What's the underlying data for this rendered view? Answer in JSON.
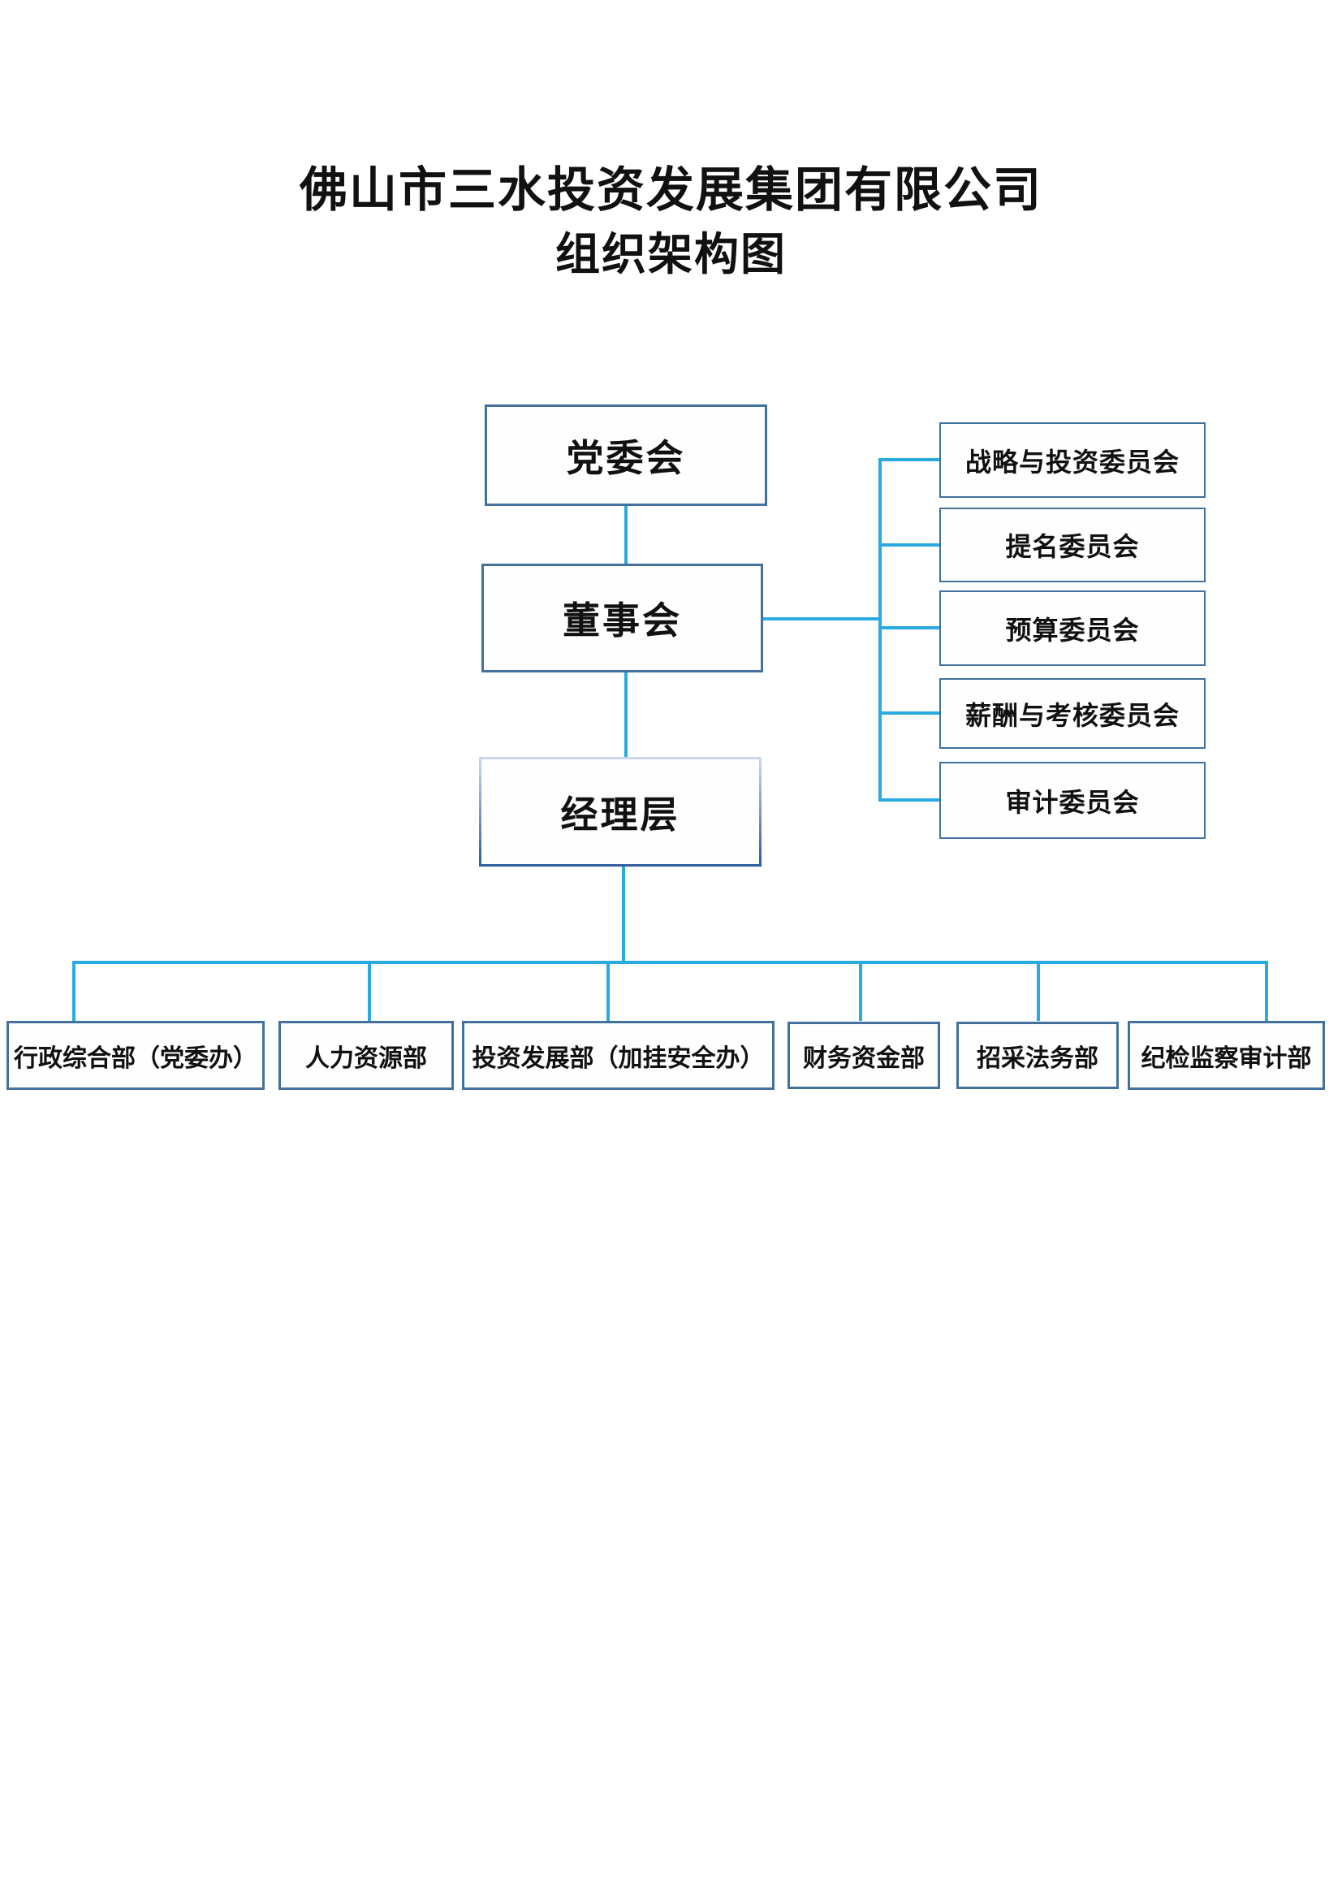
{
  "page": {
    "title_line1": "佛山市三水投资发展集团有限公司",
    "title_line2": "组织架构图"
  },
  "org": {
    "party_committee": "党委会",
    "board": "董事会",
    "management": "经理层",
    "committees": [
      "战略与投资委员会",
      "提名委员会",
      "预算委员会",
      "薪酬与考核委员会",
      "审计委员会"
    ],
    "departments": [
      "行政综合部（党委办）",
      "人力资源部",
      "投资发展部（加挂安全办）",
      "财务资金部",
      "招采法务部",
      "纪检监察审计部"
    ]
  },
  "colors": {
    "box_border": "#41719C",
    "connector": "#29ABE2",
    "box_fill": "#FEFEFE",
    "text": "#111111"
  }
}
